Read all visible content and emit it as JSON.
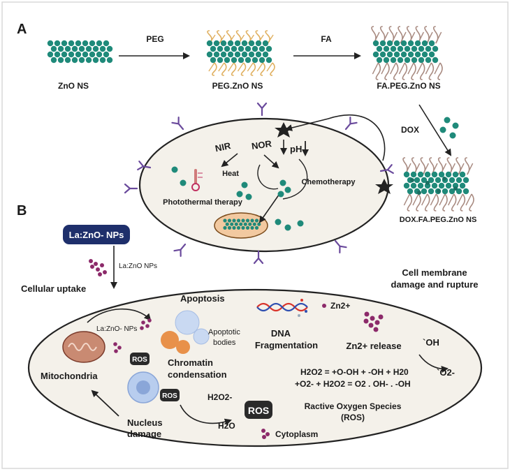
{
  "panel_a": {
    "label": "A",
    "arrow_peg": "PEG",
    "arrow_fa": "FA",
    "arrow_dox": "DOX",
    "zno_ns": "ZnO NS",
    "peg_zno_ns": "PEG.ZnO NS",
    "fa_peg_zno_ns": "FA.PEG.ZnO NS",
    "dox_fa_peg_zno_ns": "DOX.FA.PEG.ZnO NS",
    "nir": "NIR",
    "nor": "NOR",
    "ph": "pH",
    "heat": "Heat",
    "photothermal": "Photothermal therapy",
    "chemotherapy": "Chemotherapy"
  },
  "panel_b": {
    "label": "B",
    "la_zno_box": "La:ZnO- NPs",
    "la_zno_nps": "La:ZnO NPs",
    "cellular_uptake": "Cellular uptake",
    "membrane_line1": "Cell membrane",
    "membrane_line2": "damage and rupture",
    "apoptosis": "Apoptosis",
    "la_zno_inside": "La:ZnO- NPs",
    "apoptotic_line1": "Apoptotic",
    "apoptotic_line2": "bodies",
    "dna_line1": "DNA",
    "dna_line2": "Fragmentation",
    "zn2_plus": "Zn2+",
    "zn2_release": "Zn2+ release",
    "oh": "`OH",
    "o2": "`O2-",
    "mitochondria": "Mitochondria",
    "ros": "ROS",
    "chromatin_line1": "Chromatin",
    "chromatin_line2": "condensation",
    "eq1": "H2O2 = +O-OH + -OH + H20",
    "eq2": "+O2- + H2O2 = O2 . OH- . -OH",
    "h2o2": "H2O2-",
    "h2o": "H2O",
    "ros_line1": "Ractive Oxygen Species",
    "ros_line2": "(ROS)",
    "nucleus_line1": "Nucleus",
    "nucleus_line2": "damage",
    "cytoplasm": "Cytoplasm"
  },
  "colors": {
    "zno_sphere": "#1f8a7a",
    "peg_chain": "#e0b060",
    "fa_chain": "#a88a80",
    "la_zno_box": "#1e2f6b",
    "particle": "#8c2a6a",
    "receptor": "#6a4a9c",
    "cell_fill": "#f4f1ea",
    "mito": "#c98a72",
    "apoptosis_blue": "#c9d9f2",
    "apoptosis_orange": "#e8914a"
  }
}
